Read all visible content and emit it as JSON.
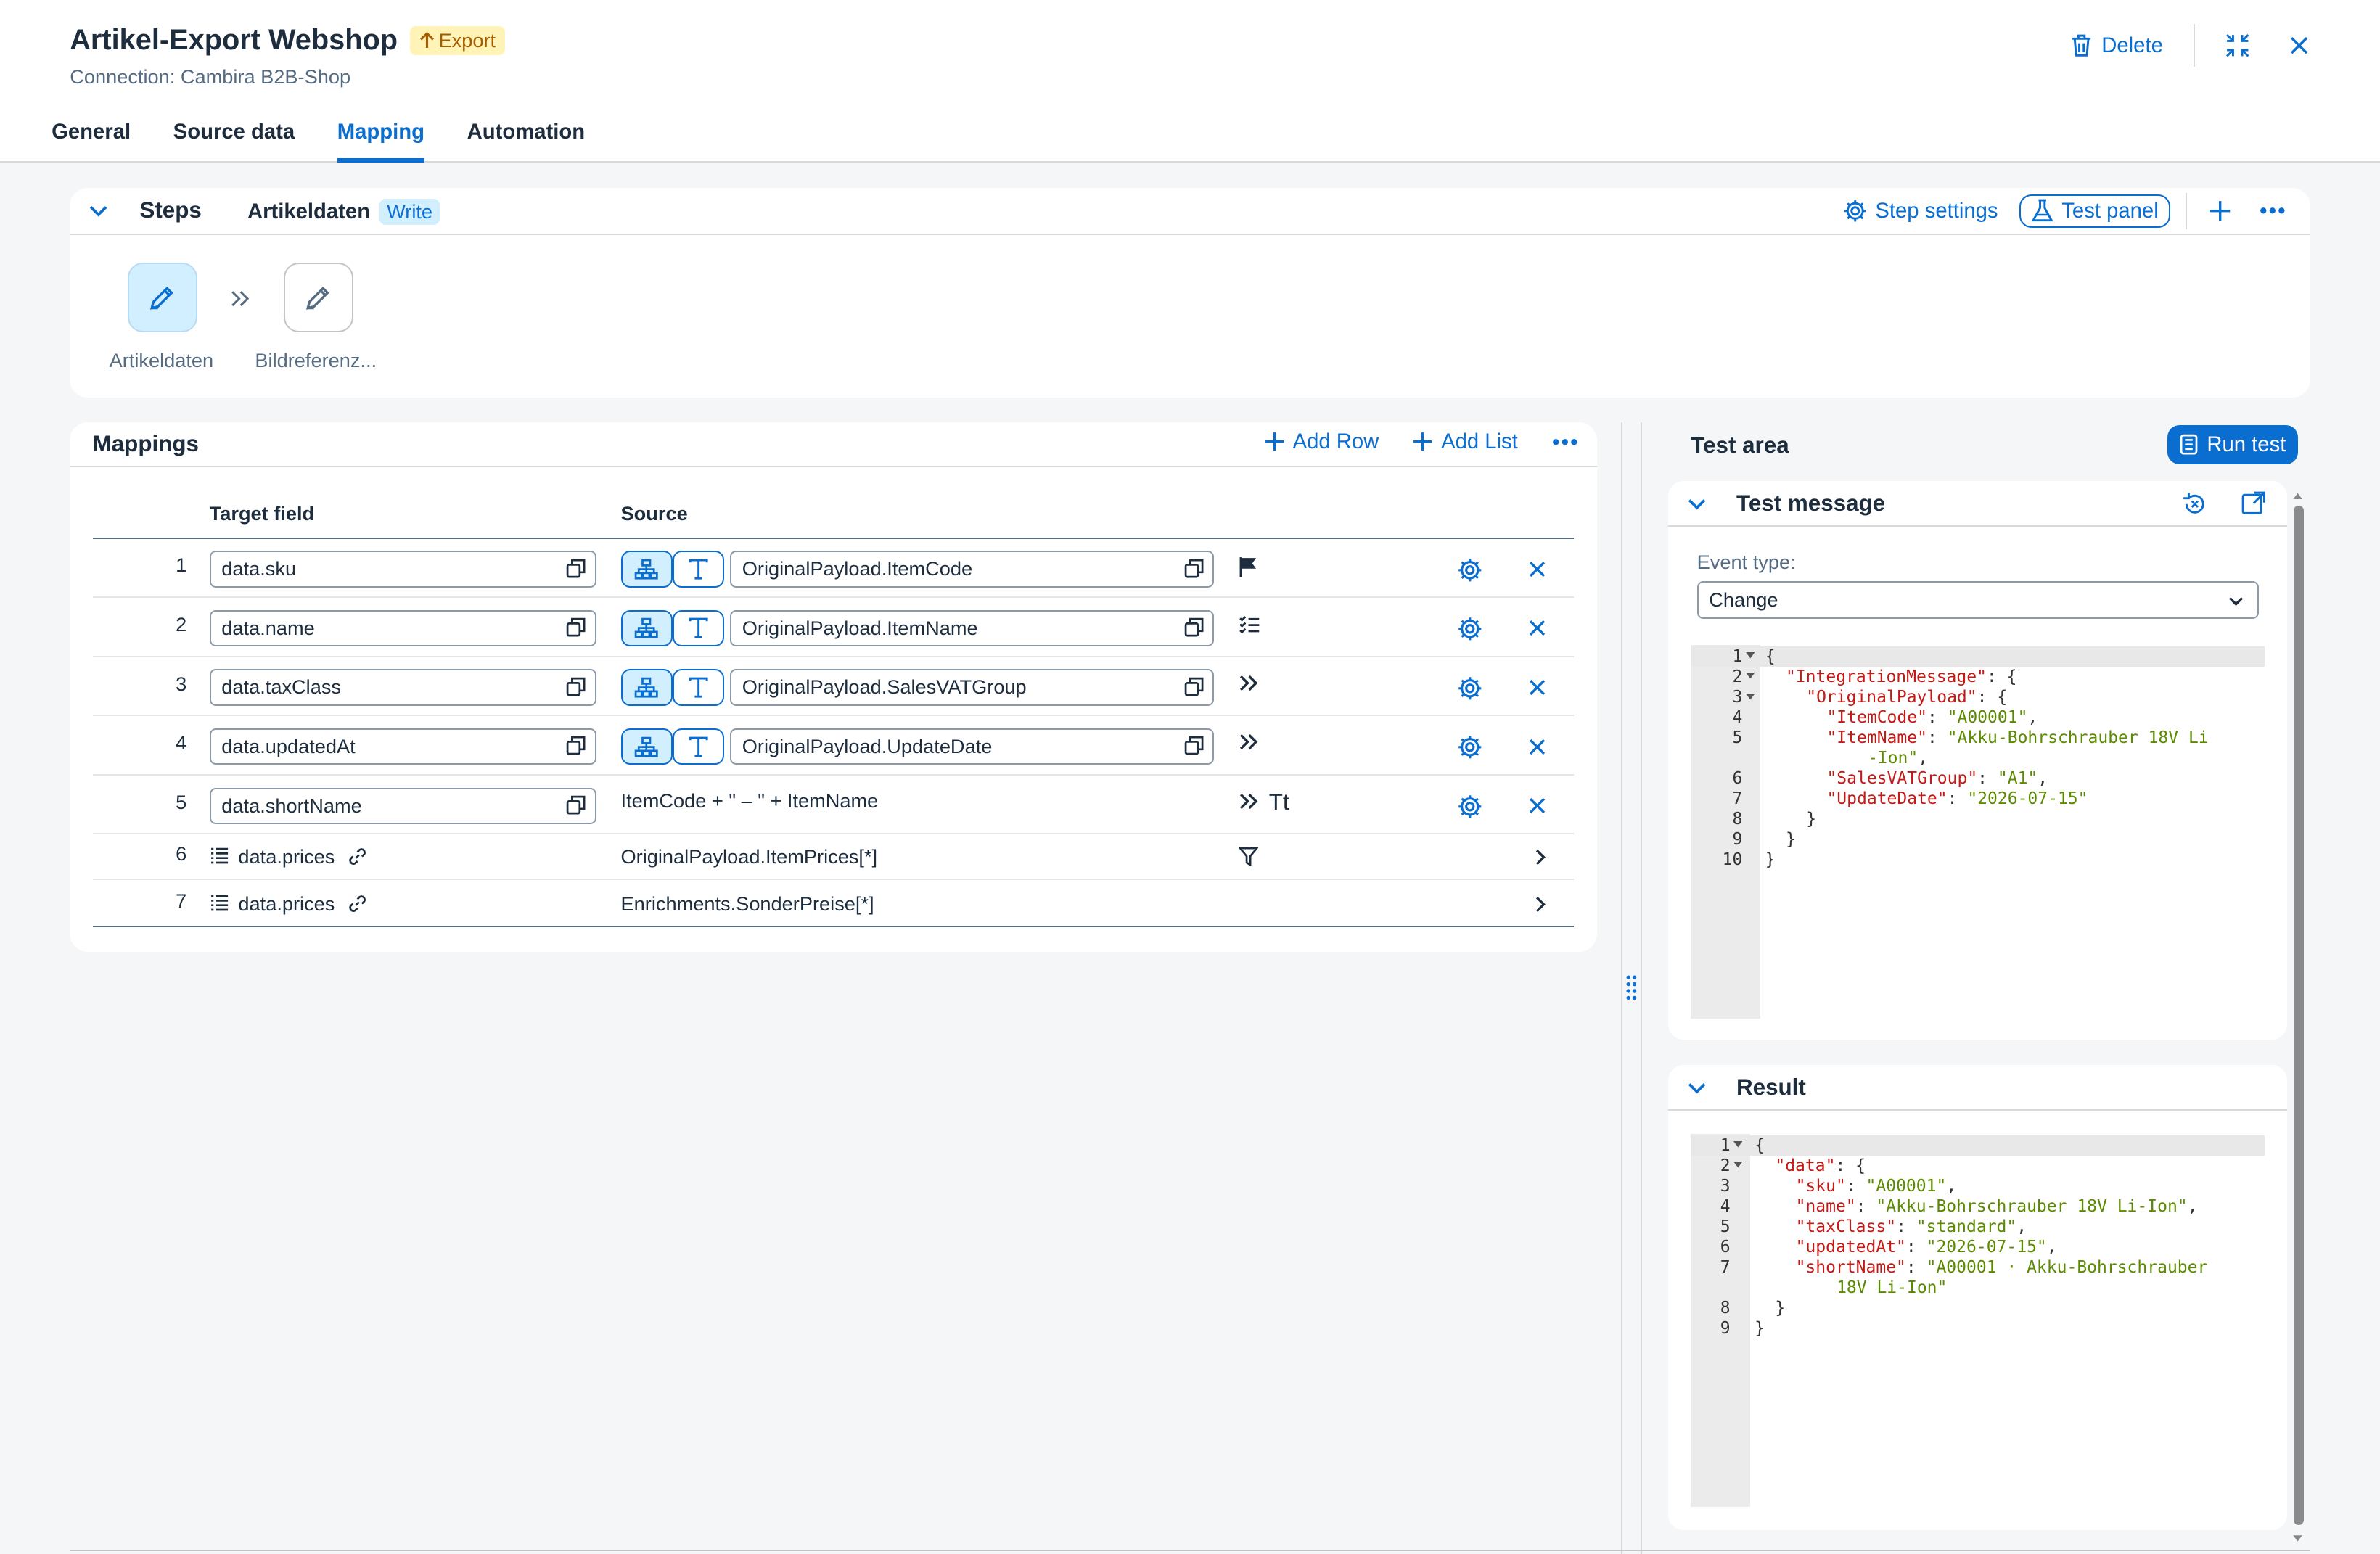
{
  "header": {
    "title": "Artikel-Export Webshop",
    "badge": "Export",
    "subtitle": "Connection: Cambira B2B-Shop",
    "delete_label": "Delete"
  },
  "tabs": [
    {
      "label": "General"
    },
    {
      "label": "Source data"
    },
    {
      "label": "Mapping",
      "active": true
    },
    {
      "label": "Automation"
    }
  ],
  "steps": {
    "title": "Steps",
    "current_step": "Artikeldaten",
    "current_mode": "Write",
    "step_settings_label": "Step settings",
    "test_panel_label": "Test panel",
    "nodes": [
      {
        "label": "Artikeldaten",
        "active": true
      },
      {
        "label": "Bildreferenz..."
      }
    ]
  },
  "mappings": {
    "title": "Mappings",
    "add_row_label": "Add Row",
    "add_list_label": "Add List",
    "col_target": "Target field",
    "col_source": "Source",
    "rows": [
      {
        "num": "1",
        "target": "data.sku",
        "source": "OriginalPayload.ItemCode",
        "kind": "field",
        "icon": "flag-icon"
      },
      {
        "num": "2",
        "target": "data.name",
        "source": "OriginalPayload.ItemName",
        "kind": "field",
        "icon": "checklist-icon"
      },
      {
        "num": "3",
        "target": "data.taxClass",
        "source": "OriginalPayload.SalesVATGroup",
        "kind": "field",
        "icon": "double-chevron-icon"
      },
      {
        "num": "4",
        "target": "data.updatedAt",
        "source": "OriginalPayload.UpdateDate",
        "kind": "field",
        "icon": "double-chevron-icon"
      },
      {
        "num": "5",
        "target": "data.shortName",
        "source": "ItemCode + \" – \" + ItemName",
        "kind": "expression",
        "icon": "double-chevron-icon",
        "icon2": "Tt"
      },
      {
        "num": "6",
        "target": "data.prices",
        "source": "OriginalPayload.ItemPrices[*]",
        "kind": "list",
        "icon": "filter-icon"
      },
      {
        "num": "7",
        "target": "data.prices",
        "source": "Enrichments.SonderPreise[*]",
        "kind": "list",
        "icon": ""
      }
    ]
  },
  "test_area": {
    "title": "Test area",
    "run_label": "Run test",
    "message_title": "Test message",
    "event_label": "Event type:",
    "event_value": "Change",
    "result_title": "Result",
    "message_lines": [
      {
        "n": "1",
        "fold": true,
        "indent": 0,
        "parts": [
          [
            "pun",
            "{"
          ]
        ]
      },
      {
        "n": "2",
        "fold": true,
        "indent": 1,
        "parts": [
          [
            "key",
            "\"IntegrationMessage\""
          ],
          [
            "pun",
            ": {"
          ]
        ]
      },
      {
        "n": "3",
        "fold": true,
        "indent": 2,
        "parts": [
          [
            "key",
            "\"OriginalPayload\""
          ],
          [
            "pun",
            ": {"
          ]
        ]
      },
      {
        "n": "4",
        "indent": 3,
        "parts": [
          [
            "key",
            "\"ItemCode\""
          ],
          [
            "pun",
            ": "
          ],
          [
            "str",
            "\"A00001\""
          ],
          [
            "pun",
            ","
          ]
        ]
      },
      {
        "n": "5",
        "indent": 3,
        "parts": [
          [
            "key",
            "\"ItemName\""
          ],
          [
            "pun",
            ": "
          ],
          [
            "str",
            "\"Akku-Bohrschrauber 18V Li"
          ]
        ]
      },
      {
        "n": "",
        "indent": 5,
        "parts": [
          [
            "str",
            "-Ion\""
          ],
          [
            "pun",
            ","
          ]
        ]
      },
      {
        "n": "6",
        "indent": 3,
        "parts": [
          [
            "key",
            "\"SalesVATGroup\""
          ],
          [
            "pun",
            ": "
          ],
          [
            "str",
            "\"A1\""
          ],
          [
            "pun",
            ","
          ]
        ]
      },
      {
        "n": "7",
        "indent": 3,
        "parts": [
          [
            "key",
            "\"UpdateDate\""
          ],
          [
            "pun",
            ": "
          ],
          [
            "str",
            "\"2026-07-15\""
          ]
        ]
      },
      {
        "n": "8",
        "indent": 2,
        "parts": [
          [
            "pun",
            "}"
          ]
        ]
      },
      {
        "n": "9",
        "indent": 1,
        "parts": [
          [
            "pun",
            "}"
          ]
        ]
      },
      {
        "n": "10",
        "indent": 0,
        "parts": [
          [
            "pun",
            "}"
          ]
        ]
      }
    ],
    "result_lines": [
      {
        "n": "1",
        "fold": true,
        "indent": 0,
        "parts": [
          [
            "pun",
            "{"
          ]
        ]
      },
      {
        "n": "2",
        "fold": true,
        "indent": 1,
        "parts": [
          [
            "key",
            "\"data\""
          ],
          [
            "pun",
            ": {"
          ]
        ]
      },
      {
        "n": "3",
        "indent": 2,
        "parts": [
          [
            "key",
            "\"sku\""
          ],
          [
            "pun",
            ": "
          ],
          [
            "str",
            "\"A00001\""
          ],
          [
            "pun",
            ","
          ]
        ]
      },
      {
        "n": "4",
        "indent": 2,
        "parts": [
          [
            "key",
            "\"name\""
          ],
          [
            "pun",
            ": "
          ],
          [
            "str",
            "\"Akku-Bohrschrauber 18V Li-Ion\""
          ],
          [
            "pun",
            ","
          ]
        ]
      },
      {
        "n": "5",
        "indent": 2,
        "parts": [
          [
            "key",
            "\"taxClass\""
          ],
          [
            "pun",
            ": "
          ],
          [
            "str",
            "\"standard\""
          ],
          [
            "pun",
            ","
          ]
        ]
      },
      {
        "n": "6",
        "indent": 2,
        "parts": [
          [
            "key",
            "\"updatedAt\""
          ],
          [
            "pun",
            ": "
          ],
          [
            "str",
            "\"2026-07-15\""
          ],
          [
            "pun",
            ","
          ]
        ]
      },
      {
        "n": "7",
        "indent": 2,
        "parts": [
          [
            "key",
            "\"shortName\""
          ],
          [
            "pun",
            ": "
          ],
          [
            "str",
            "\"A00001 · Akku-Bohrschrauber"
          ]
        ]
      },
      {
        "n": "",
        "indent": 4,
        "parts": [
          [
            "str",
            "18V Li-Ion\""
          ]
        ]
      },
      {
        "n": "8",
        "indent": 1,
        "parts": [
          [
            "pun",
            "}"
          ]
        ]
      },
      {
        "n": "9",
        "indent": 0,
        "parts": [
          [
            "pun",
            "}"
          ]
        ]
      }
    ]
  },
  "colors": {
    "accent": "#0a6ed1",
    "badge_bg": "#fff3b8",
    "write_bg": "#d1efff"
  }
}
